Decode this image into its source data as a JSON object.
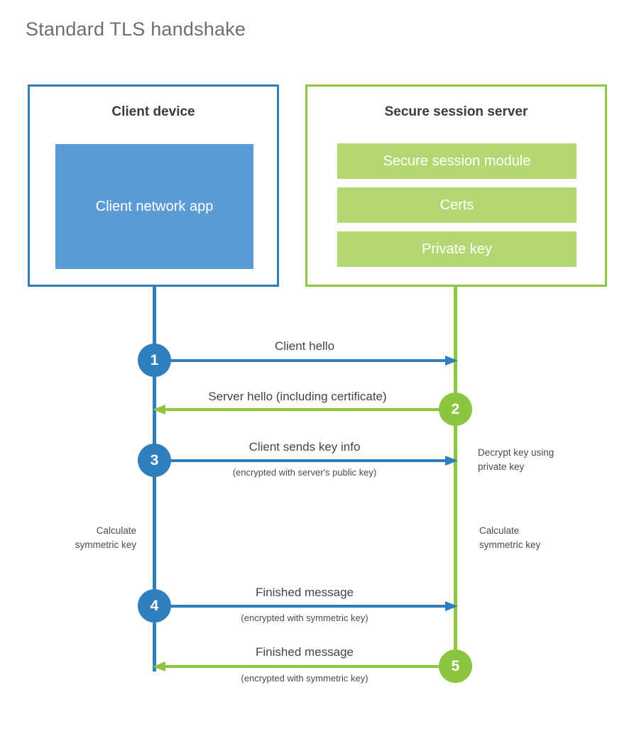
{
  "title": "Standard TLS handshake",
  "colors": {
    "client_blue": "#2f7fbf",
    "client_app_fill": "#5b9bd5",
    "server_green": "#8cc63f",
    "server_bar_fill": "#b3d873",
    "text_dark": "#3b3b3b",
    "text_body": "#4a4a4a",
    "title_gray": "#6e6e6e",
    "background": "#ffffff"
  },
  "client": {
    "title": "Client device",
    "app_label": "Client network\napp"
  },
  "server": {
    "title": "Secure session server",
    "components": [
      {
        "label": "Secure session module"
      },
      {
        "label": "Certs"
      },
      {
        "label": "Private key"
      }
    ]
  },
  "steps": [
    {
      "number": "1",
      "label": "Client hello",
      "sublabel": "",
      "direction": "client-to-server",
      "color": "blue"
    },
    {
      "number": "2",
      "label": "Server hello (including certificate)",
      "sublabel": "",
      "direction": "server-to-client",
      "color": "green"
    },
    {
      "number": "3",
      "label": "Client sends key info",
      "sublabel": "(encrypted with server's public key)",
      "direction": "client-to-server",
      "color": "blue"
    },
    {
      "number": "4",
      "label": "Finished message",
      "sublabel": "(encrypted with symmetric key)",
      "direction": "client-to-server",
      "color": "blue"
    },
    {
      "number": "5",
      "label": "Finished message",
      "sublabel": "(encrypted with symmetric key)",
      "direction": "server-to-client",
      "color": "green"
    }
  ],
  "annotations": {
    "decrypt_key": "Decrypt key using\nprivate key",
    "calculate_symmetric_key_client": "Calculate\nsymmetric key",
    "calculate_symmetric_key_server": "Calculate\nsymmetric key"
  }
}
